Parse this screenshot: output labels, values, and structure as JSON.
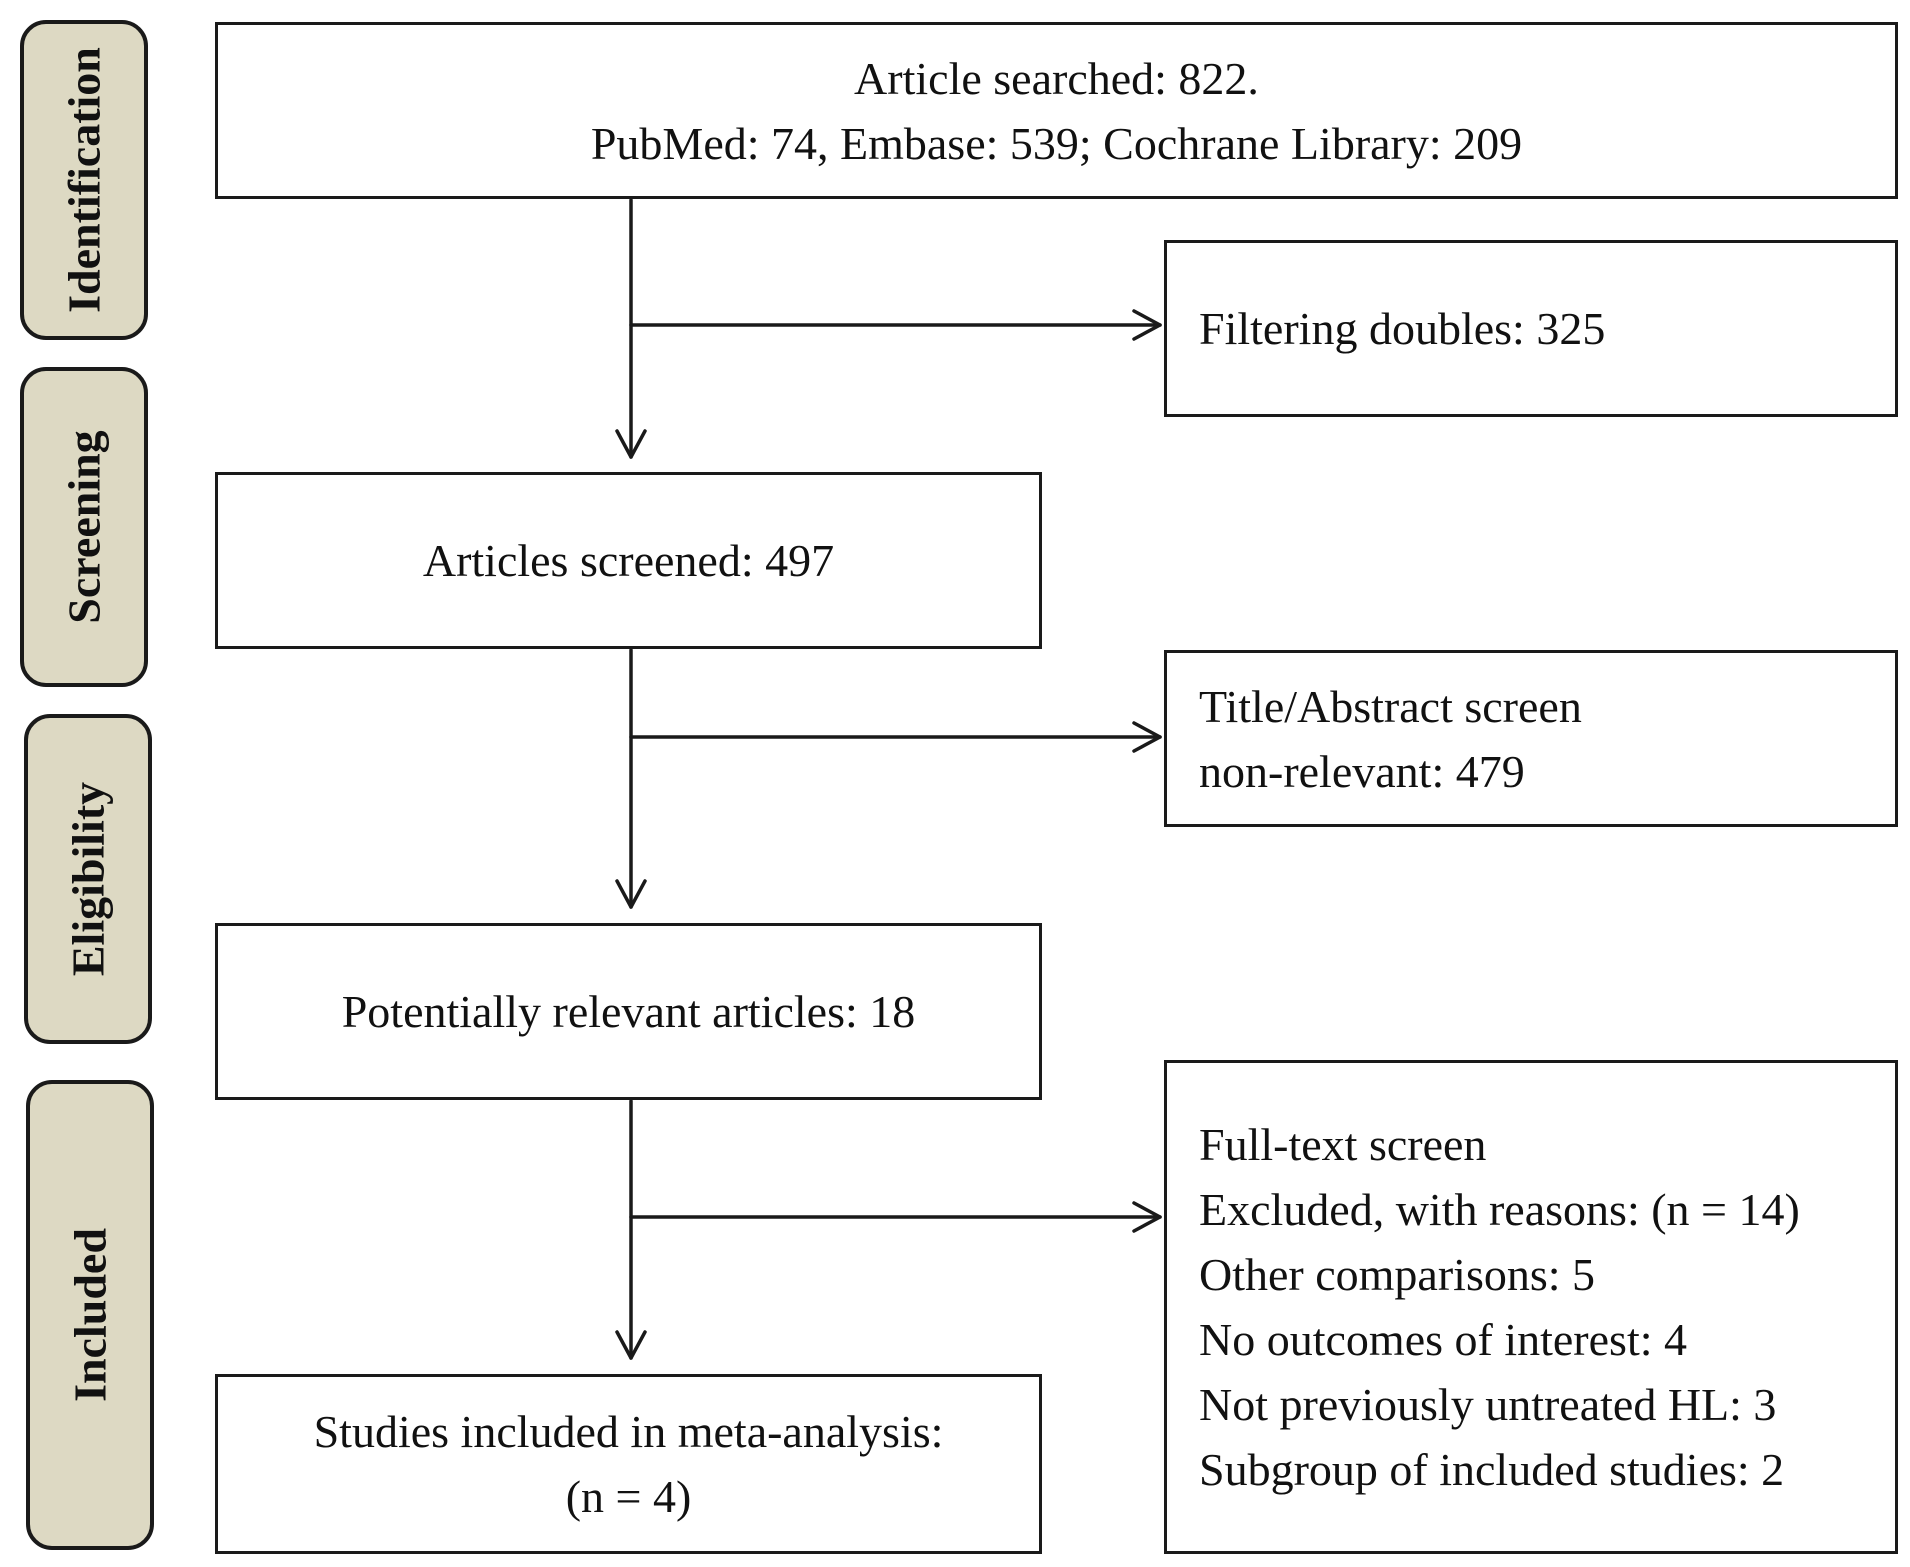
{
  "phases": [
    {
      "label": "Identification"
    },
    {
      "label": "Screening"
    },
    {
      "label": "Eligibility"
    },
    {
      "label": "Included"
    }
  ],
  "boxes": {
    "search": {
      "lines": [
        "Article searched: 822.",
        "PubMed: 74, Embase: 539; Cochrane Library: 209"
      ]
    },
    "doubles": {
      "lines": [
        "Filtering doubles: 325"
      ]
    },
    "screened": {
      "lines": [
        "Articles screened: 497"
      ]
    },
    "title_abstract": {
      "lines": [
        "Title/Abstract screen",
        "non-relevant: 479"
      ]
    },
    "relevant": {
      "lines": [
        "Potentially relevant articles: 18"
      ]
    },
    "fulltext": {
      "lines": [
        "Full-text screen",
        "Excluded, with reasons: (n = 14)",
        "Other comparisons: 5",
        "No outcomes of interest: 4",
        "Not previously untreated HL: 3",
        "Subgroup of included studies: 2"
      ]
    },
    "included": {
      "lines": [
        "Studies included in meta-analysis:",
        "(n = 4)"
      ]
    }
  }
}
